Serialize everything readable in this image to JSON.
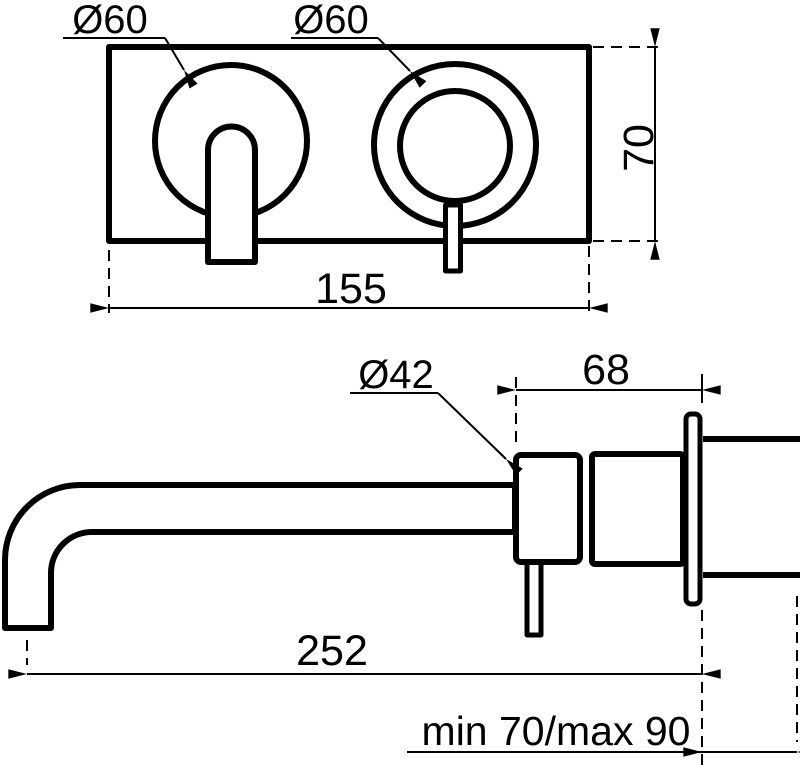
{
  "drawing": {
    "type": "technical-dimension-drawing",
    "subject": "wall-mounted two-hole basin mixer tap",
    "background_color": "#ffffff",
    "line_color": "#000000",
    "views": {
      "front": {
        "labels": {
          "left_escutcheon_diameter": "Ø60",
          "right_escutcheon_diameter": "Ø60",
          "plate_width": "155",
          "plate_height": "70"
        }
      },
      "side": {
        "labels": {
          "body_diameter": "Ø42",
          "body_depth": "68",
          "spout_reach": "252",
          "wall_depth_range": "min 70/max 90"
        }
      }
    }
  }
}
